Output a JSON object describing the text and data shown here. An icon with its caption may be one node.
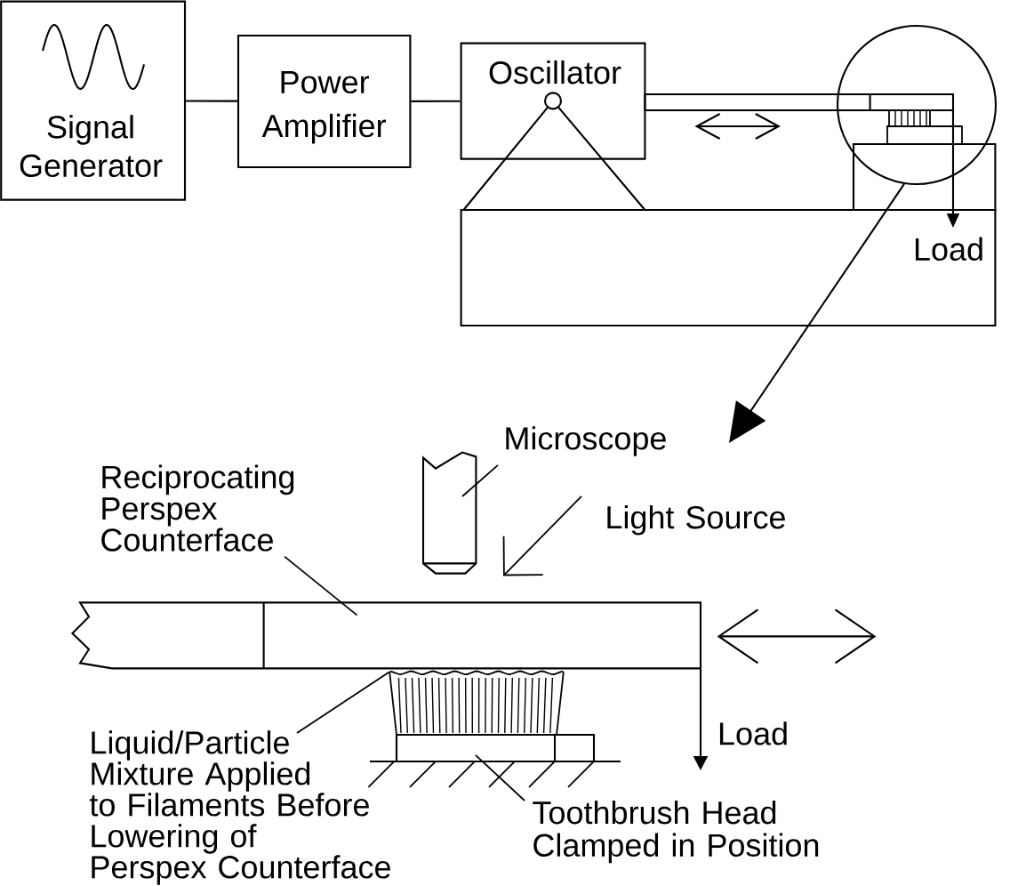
{
  "diagram": {
    "nodes": [
      {
        "text": [
          "Signal Generator"
        ]
      },
      {
        "text": [
          "Power Amplifier"
        ]
      },
      {
        "text": [
          "Oscillator"
        ]
      },
      {
        "text": [],
        "shape": "circle"
      },
      {
        "text": [
          "Microscope"
        ]
      },
      {
        "text": [],
        "shape": "picture"
      },
      {
        "text": [
          "Reciprocating Perspex Counterface"
        ]
      },
      {
        "text": [
          "Light Source"
        ]
      },
      {
        "text": [],
        "shape": "bar"
      },
      {
        "text": [],
        "shape": "picture"
      },
      {
        "text": [
          "Liquid/Particle Mixture Applied to Filaments Before Lowering of Perspex Counterface"
        ]
      },
      {
        "text": [],
        "shape": "box"
      },
      {
        "text": [
          "Toothbrush Head Clamped in Position"
        ]
      }
    ],
    "edges": [
      {
        "from": 0,
        "to": 1,
        "arrow": "none"
      },
      {
        "from": 1,
        "to": 2,
        "arrow": "none"
      },
      {
        "from": 3,
        "to": null,
        "arrow": "to"
      },
      {
        "from": 4,
        "to": 5,
        "arrow": "none"
      },
      {
        "from": 6,
        "to": 8,
        "arrow": "none"
      },
      {
        "from": 7,
        "to": null,
        "arrow": "to"
      },
      {
        "from": 10,
        "to": 9,
        "arrow": "none"
      },
      {
        "from": 12,
        "to": 11,
        "arrow": "none"
      }
    ],
    "labels": [
      "Load",
      "Load"
    ]
  }
}
